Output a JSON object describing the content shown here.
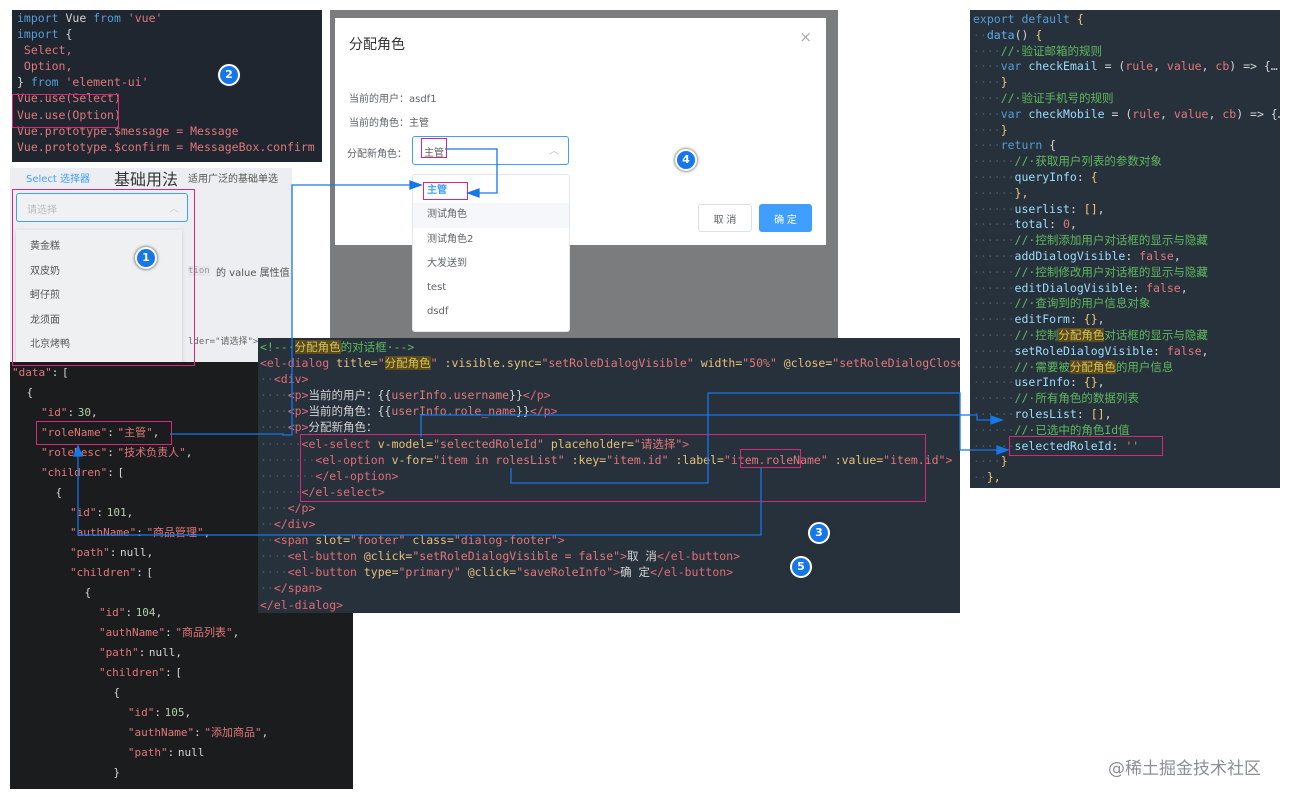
{
  "panel_import": {
    "lines": [
      [
        [
          "import",
          "kw"
        ],
        [
          " Vue ",
          "pl"
        ],
        [
          "from",
          "kw"
        ],
        [
          " 'vue'",
          "str"
        ]
      ],
      [
        [
          "import",
          "kw"
        ],
        [
          " {",
          "pl"
        ]
      ],
      [
        [
          " Select,",
          "str"
        ]
      ],
      [
        [
          " Option,",
          "str"
        ]
      ],
      [
        [
          "} ",
          "pl"
        ],
        [
          "from",
          "kw"
        ],
        [
          " 'element-ui'",
          "str"
        ]
      ],
      [
        [
          "Vue.use(",
          "str"
        ],
        [
          "Select",
          "str"
        ],
        [
          ")",
          "str"
        ]
      ],
      [
        [
          "Vue.use(",
          "str"
        ],
        [
          "Option",
          "str"
        ],
        [
          ")",
          "str"
        ]
      ],
      [
        [
          "Vue.prototype.",
          "str"
        ],
        [
          "$message",
          "str"
        ],
        [
          " = Message",
          "str"
        ]
      ],
      [
        [
          "Vue.prototype.",
          "str"
        ],
        [
          "$confirm",
          "str"
        ],
        [
          " = MessageBox.confirm",
          "str"
        ]
      ]
    ]
  },
  "element_demo": {
    "breadcrumb": "Select 选择器",
    "heading": "基础用法",
    "desc": "适用广泛的基础单选",
    "placeholder": "请选择",
    "options": [
      "黄金糕",
      "双皮奶",
      "蚵仔煎",
      "龙须面",
      "北京烤鸭"
    ],
    "side_code": "tion",
    "side_text": "的 value 属性值",
    "side_attr": "lder=\"请选择\">"
  },
  "dialog": {
    "title": "分配角色",
    "close": "×",
    "current_user_label": "当前的用户：",
    "current_user": "asdf1",
    "current_role_label": "当前的角色：",
    "current_role": "主管",
    "new_role_label": "分配新角色：",
    "selected": "主管",
    "options": [
      "主管",
      "测试角色",
      "测试角色2",
      "大发送到",
      "test",
      "dsdf"
    ],
    "cancel": "取 消",
    "confirm": "确 定"
  },
  "panel_json": {
    "lines": [
      [
        [
          "\"data\"",
          "str"
        ],
        [
          ": [",
          "pl"
        ]
      ],
      [
        [
          "    {",
          "pl"
        ]
      ],
      [
        [
          "        \"id\"",
          "str"
        ],
        [
          ": ",
          "pl"
        ],
        [
          "30",
          "num"
        ],
        [
          ",",
          "pl"
        ]
      ],
      [
        [
          "        \"roleName\"",
          "str"
        ],
        [
          ": ",
          "pl"
        ],
        [
          "\"主管\"",
          "str"
        ],
        [
          ",",
          "pl"
        ]
      ],
      [
        [
          "        \"roleDesc\"",
          "str"
        ],
        [
          ": ",
          "pl"
        ],
        [
          "\"技术负责人\"",
          "str"
        ],
        [
          ",",
          "pl"
        ]
      ],
      [
        [
          "        \"children\"",
          "str"
        ],
        [
          ": [",
          "pl"
        ]
      ],
      [
        [
          "            {",
          "pl"
        ]
      ],
      [
        [
          "                \"id\"",
          "str"
        ],
        [
          ": ",
          "pl"
        ],
        [
          "101",
          "num"
        ],
        [
          ",",
          "pl"
        ]
      ],
      [
        [
          "                \"authName\"",
          "str"
        ],
        [
          ": ",
          "pl"
        ],
        [
          "\"商品管理\"",
          "str"
        ],
        [
          ",",
          "pl"
        ]
      ],
      [
        [
          "                \"path\"",
          "str"
        ],
        [
          ": null,",
          "pl"
        ]
      ],
      [
        [
          "                \"children\"",
          "str"
        ],
        [
          ": [",
          "pl"
        ]
      ],
      [
        [
          "                    {",
          "pl"
        ]
      ],
      [
        [
          "                        \"id\"",
          "str"
        ],
        [
          ": ",
          "pl"
        ],
        [
          "104",
          "num"
        ],
        [
          ",",
          "pl"
        ]
      ],
      [
        [
          "                        \"authName\"",
          "str"
        ],
        [
          ": ",
          "pl"
        ],
        [
          "\"商品列表\"",
          "str"
        ],
        [
          ",",
          "pl"
        ]
      ],
      [
        [
          "                        \"path\"",
          "str"
        ],
        [
          ": null,",
          "pl"
        ]
      ],
      [
        [
          "                        \"children\"",
          "str"
        ],
        [
          ": [",
          "pl"
        ]
      ],
      [
        [
          "                            {",
          "pl"
        ]
      ],
      [
        [
          "                                \"id\"",
          "str"
        ],
        [
          ": ",
          "pl"
        ],
        [
          "105",
          "num"
        ],
        [
          ",",
          "pl"
        ]
      ],
      [
        [
          "                                \"authName\"",
          "str"
        ],
        [
          ": ",
          "pl"
        ],
        [
          "\"添加商品\"",
          "str"
        ],
        [
          ",",
          "pl"
        ]
      ],
      [
        [
          "                                \"path\"",
          "str"
        ],
        [
          ": null",
          "pl"
        ]
      ],
      [
        [
          "                            }",
          "pl"
        ]
      ]
    ]
  },
  "panel_template": {
    "lines": [
      [
        [
          "<!--·",
          "cm"
        ],
        [
          "分配角色",
          "hl"
        ],
        [
          "的对话框·-->",
          "cm"
        ]
      ],
      [
        [
          "<el-dialog",
          "tag"
        ],
        [
          " title=",
          "at"
        ],
        [
          "\"",
          "str"
        ],
        [
          "分配角色",
          "hl"
        ],
        [
          "\"",
          "str"
        ],
        [
          " :visible.sync=",
          "at"
        ],
        [
          "\"setRoleDialogVisible\"",
          "str"
        ],
        [
          " width=",
          "at"
        ],
        [
          "\"50%\"",
          "str"
        ],
        [
          " @close=",
          "at"
        ],
        [
          "\"setRoleDialogClosed\"",
          "str"
        ],
        [
          ">",
          "tag"
        ]
      ],
      [
        [
          "··",
          "dot"
        ],
        [
          "<div>",
          "tag"
        ]
      ],
      [
        [
          "····",
          "dot"
        ],
        [
          "<p>",
          "tag"
        ],
        [
          "当前的用户：{{",
          "pl"
        ],
        [
          "userInfo.username",
          "str"
        ],
        [
          "}}",
          "pl"
        ],
        [
          "</p>",
          "tag"
        ]
      ],
      [
        [
          "····",
          "dot"
        ],
        [
          "<p>",
          "tag"
        ],
        [
          "当前的角色：{{",
          "pl"
        ],
        [
          "userInfo.role_name",
          "str"
        ],
        [
          "}}",
          "pl"
        ],
        [
          "</p>",
          "tag"
        ]
      ],
      [
        [
          "····",
          "dot"
        ],
        [
          "<p>",
          "tag"
        ],
        [
          "分配新角色：",
          "pl"
        ]
      ],
      [
        [
          "······",
          "dot"
        ],
        [
          "<el-select",
          "tag"
        ],
        [
          " v-model=",
          "at"
        ],
        [
          "\"selectedRoleId\"",
          "str"
        ],
        [
          " placeholder=",
          "at"
        ],
        [
          "\"请选择\"",
          "str"
        ],
        [
          ">",
          "tag"
        ]
      ],
      [
        [
          "········",
          "dot"
        ],
        [
          "<el-option",
          "tag"
        ],
        [
          " v-for=",
          "at"
        ],
        [
          "\"item in rolesList\"",
          "str"
        ],
        [
          " :key=",
          "at"
        ],
        [
          "\"item.id\"",
          "str"
        ],
        [
          " :label=",
          "at"
        ],
        [
          "\"item.roleName\"",
          "str"
        ],
        [
          " :value=",
          "at"
        ],
        [
          "\"item.id\"",
          "str"
        ],
        [
          ">",
          "tag"
        ]
      ],
      [
        [
          "········",
          "dot"
        ],
        [
          "</el-option>",
          "tag"
        ]
      ],
      [
        [
          "······",
          "dot"
        ],
        [
          "</el-select>",
          "tag"
        ]
      ],
      [
        [
          "····",
          "dot"
        ],
        [
          "</p>",
          "tag"
        ]
      ],
      [
        [
          "··",
          "dot"
        ],
        [
          "</div>",
          "tag"
        ]
      ],
      [
        [
          "··",
          "dot"
        ],
        [
          "<span",
          "tag"
        ],
        [
          " slot=",
          "at"
        ],
        [
          "\"footer\"",
          "str"
        ],
        [
          " class=",
          "at"
        ],
        [
          "\"dialog-footer\"",
          "str"
        ],
        [
          ">",
          "tag"
        ]
      ],
      [
        [
          "····",
          "dot"
        ],
        [
          "<el-button",
          "tag"
        ],
        [
          " @click=",
          "at"
        ],
        [
          "\"setRoleDialogVisible = false\"",
          "str"
        ],
        [
          ">",
          "tag"
        ],
        [
          "取 消",
          "pl"
        ],
        [
          "</el-button>",
          "tag"
        ]
      ],
      [
        [
          "····",
          "dot"
        ],
        [
          "<el-button",
          "tag"
        ],
        [
          " type=",
          "at"
        ],
        [
          "\"primary\"",
          "str"
        ],
        [
          " @click=",
          "at"
        ],
        [
          "\"saveRoleInfo\"",
          "str"
        ],
        [
          ">",
          "tag"
        ],
        [
          "确 定",
          "pl"
        ],
        [
          "</el-button>",
          "tag"
        ]
      ],
      [
        [
          "··",
          "dot"
        ],
        [
          "</span>",
          "tag"
        ]
      ],
      [
        [
          "</el-dialog>",
          "tag"
        ]
      ]
    ]
  },
  "panel_script": {
    "lines": [
      [
        [
          "export",
          "kw"
        ],
        [
          " default ",
          "kw"
        ],
        [
          "{",
          "br"
        ]
      ],
      [
        [
          "··",
          "dot"
        ],
        [
          "data",
          "fn"
        ],
        [
          "() ",
          "pl"
        ],
        [
          "{",
          "br"
        ]
      ],
      [
        [
          "····",
          "dot"
        ],
        [
          "//·验证邮箱的规则",
          "cm"
        ]
      ],
      [
        [
          "····",
          "dot"
        ],
        [
          "var",
          "kw"
        ],
        [
          " checkEmail",
          "id"
        ],
        [
          " = (",
          "pl"
        ],
        [
          "rule",
          "str"
        ],
        [
          ", ",
          "pl"
        ],
        [
          "value",
          "str"
        ],
        [
          ", ",
          "pl"
        ],
        [
          "cb",
          "str"
        ],
        [
          ") => {…",
          "pl"
        ]
      ],
      [
        [
          "····",
          "dot"
        ],
        [
          "}",
          "br"
        ]
      ],
      [
        [
          "····",
          "dot"
        ],
        [
          "//·验证手机号的规则",
          "cm"
        ]
      ],
      [
        [
          "····",
          "dot"
        ],
        [
          "var",
          "kw"
        ],
        [
          " checkMobile",
          "id"
        ],
        [
          " = (",
          "pl"
        ],
        [
          "rule",
          "str"
        ],
        [
          ", ",
          "pl"
        ],
        [
          "value",
          "str"
        ],
        [
          ", ",
          "pl"
        ],
        [
          "cb",
          "str"
        ],
        [
          ") => {…",
          "pl"
        ]
      ],
      [
        [
          "····",
          "dot"
        ],
        [
          "}",
          "br"
        ]
      ],
      [
        [
          "····",
          "dot"
        ],
        [
          "return",
          "kw"
        ],
        [
          " {",
          "pl"
        ]
      ],
      [
        [
          "······",
          "dot"
        ],
        [
          "//·获取用户列表的参数对象",
          "cm"
        ]
      ],
      [
        [
          "······",
          "dot"
        ],
        [
          "queryInfo",
          "id"
        ],
        [
          ": ",
          "pl"
        ],
        [
          "{",
          "br"
        ]
      ],
      [
        [
          "······",
          "dot"
        ],
        [
          "},",
          "br"
        ]
      ],
      [
        [
          "······",
          "dot"
        ],
        [
          "userlist",
          "id"
        ],
        [
          ": ",
          "pl"
        ],
        [
          "[]",
          "br"
        ],
        [
          ",",
          "pl"
        ]
      ],
      [
        [
          "······",
          "dot"
        ],
        [
          "total",
          "id"
        ],
        [
          ": ",
          "pl"
        ],
        [
          "0",
          "str"
        ],
        [
          ",",
          "pl"
        ]
      ],
      [
        [
          "······",
          "dot"
        ],
        [
          "//·控制添加用户对话框的显示与隐藏",
          "cm"
        ]
      ],
      [
        [
          "······",
          "dot"
        ],
        [
          "addDialogVisible",
          "id"
        ],
        [
          ": ",
          "pl"
        ],
        [
          "false",
          "str"
        ],
        [
          ",",
          "pl"
        ]
      ],
      [
        [
          "······",
          "dot"
        ],
        [
          "//·控制修改用户对话框的显示与隐藏",
          "cm"
        ]
      ],
      [
        [
          "······",
          "dot"
        ],
        [
          "editDialogVisible",
          "id"
        ],
        [
          ": ",
          "pl"
        ],
        [
          "false",
          "str"
        ],
        [
          ",",
          "pl"
        ]
      ],
      [
        [
          "······",
          "dot"
        ],
        [
          "//·查询到的用户信息对象",
          "cm"
        ]
      ],
      [
        [
          "······",
          "dot"
        ],
        [
          "editForm",
          "id"
        ],
        [
          ": ",
          "pl"
        ],
        [
          "{}",
          "br"
        ],
        [
          ",",
          "pl"
        ]
      ],
      [
        [
          "······",
          "dot"
        ],
        [
          "//·控制",
          "cm"
        ],
        [
          "分配角色",
          "hl"
        ],
        [
          "对话框的显示与隐藏",
          "cm"
        ]
      ],
      [
        [
          "······",
          "dot"
        ],
        [
          "setRoleDialogVisible",
          "id"
        ],
        [
          ": ",
          "pl"
        ],
        [
          "false",
          "str"
        ],
        [
          ",",
          "pl"
        ]
      ],
      [
        [
          "······",
          "dot"
        ],
        [
          "//·需要被",
          "cm"
        ],
        [
          "分配角色",
          "hl"
        ],
        [
          "的用户信息",
          "cm"
        ]
      ],
      [
        [
          "······",
          "dot"
        ],
        [
          "userInfo",
          "id"
        ],
        [
          ": ",
          "pl"
        ],
        [
          "{}",
          "br"
        ],
        [
          ",",
          "pl"
        ]
      ],
      [
        [
          "······",
          "dot"
        ],
        [
          "//·所有角色的数据列表",
          "cm"
        ]
      ],
      [
        [
          "······",
          "dot"
        ],
        [
          "rolesList",
          "id"
        ],
        [
          ": ",
          "pl"
        ],
        [
          "[]",
          "br"
        ],
        [
          ",",
          "pl"
        ]
      ],
      [
        [
          "······",
          "dot"
        ],
        [
          "//·已选中的角色Id值",
          "cm"
        ]
      ],
      [
        [
          "······",
          "dot"
        ],
        [
          "selectedRoleId",
          "id"
        ],
        [
          ": ",
          "pl"
        ],
        [
          "''",
          "str"
        ]
      ],
      [
        [
          "····",
          "dot"
        ],
        [
          "}",
          "br"
        ]
      ],
      [
        [
          "··",
          "dot"
        ],
        [
          "},",
          "br"
        ]
      ]
    ]
  },
  "badges": [
    "1",
    "2",
    "3",
    "4",
    "5"
  ],
  "watermark": "@稀土掘金技术社区",
  "colors": {
    "primary": "#409eff",
    "annotation_pink": "#d8287a",
    "arrow_blue": "#1677e8"
  }
}
